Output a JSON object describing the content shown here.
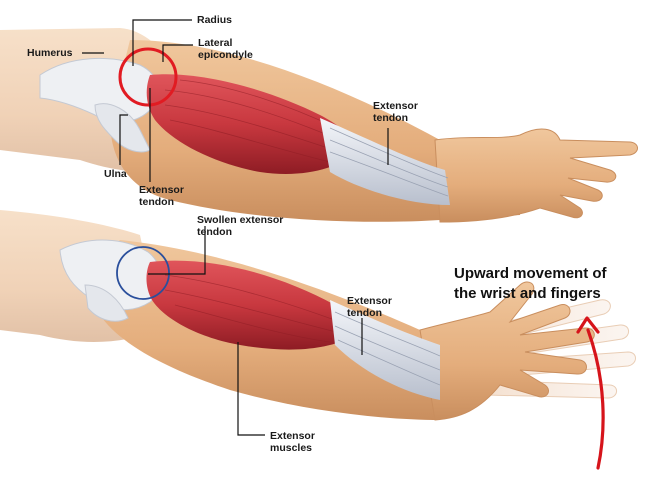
{
  "labels": {
    "humerus": "Humerus",
    "radius": "Radius",
    "lateral_epicondyle": [
      "Lateral",
      "epicondyle"
    ],
    "ulna": "Ulna",
    "extensor_tendon_top_elbow": [
      "Extensor",
      "tendon"
    ],
    "extensor_tendon_top_forearm": [
      "Extensor",
      "tendon"
    ],
    "swollen_extensor_tendon": [
      "Swollen extensor",
      "tendon"
    ],
    "extensor_tendon_bottom_forearm": [
      "Extensor",
      "tendon"
    ],
    "extensor_muscles": [
      "Extensor",
      "muscles"
    ]
  },
  "caption": [
    "Upward movement of",
    "the wrist and fingers"
  ],
  "colors": {
    "skin": "#e9b98a",
    "skin_shadow": "#c98e5e",
    "muscle": "#c8383f",
    "muscle_dark": "#8e1c24",
    "tendon": "#dfe3ec",
    "bone": "#eef0f3",
    "highlight_circle_red": "#e11b22",
    "highlight_circle_blue": "#2a4f9c",
    "arrow_red": "#d6141b",
    "leader_line": "#111111"
  }
}
